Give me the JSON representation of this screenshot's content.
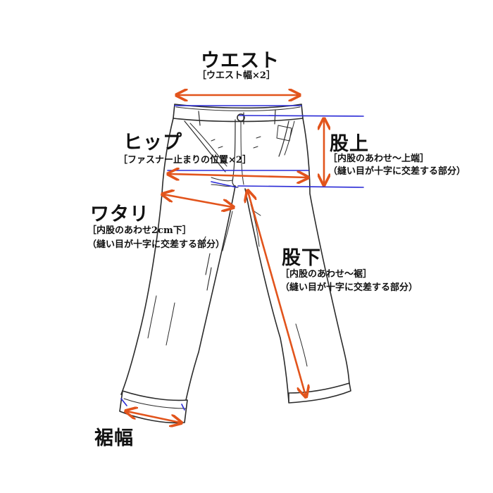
{
  "labels": {
    "waist": {
      "title": "ウエスト",
      "note": "［ウエスト幅×2］"
    },
    "hip": {
      "title": "ヒップ",
      "note": "［ファスナー止まりの位置×2］"
    },
    "rise": {
      "title": "股上",
      "note1": "［内股のあわせ〜上端］",
      "note2": "（縫い目が十字に交差する部分）"
    },
    "thigh": {
      "title": "ワタリ",
      "note1": "［内股のあわせ2cm下］",
      "note2": "（縫い目が十字に交差する部分）"
    },
    "inseam": {
      "title": "股下",
      "note1": "［内股のあわせ〜裾］",
      "note2": "（縫い目が十字に交差する部分）"
    },
    "hem": {
      "title": "裾幅"
    }
  },
  "colors": {
    "measure_arrow": "#e2541c",
    "guide_line": "#2a2ad6",
    "sketch": "#2b2b2b",
    "text": "#111111"
  }
}
